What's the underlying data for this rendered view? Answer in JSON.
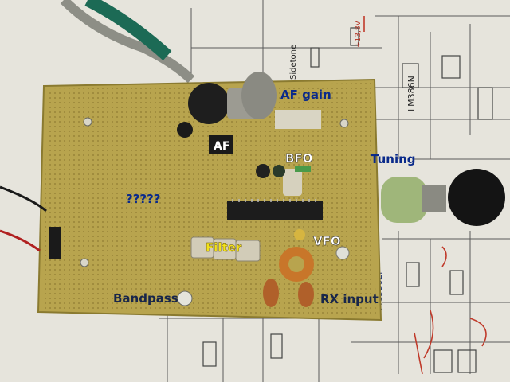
{
  "labels": {
    "af_gain": "AF gain",
    "af": "AF",
    "bfo": "BFO",
    "tuning": "Tuning",
    "unknown": "?????",
    "filter": "Filter",
    "vfo": "VFO",
    "bandpass": "Bandpass",
    "rx_input": "RX input"
  },
  "schematic_text": {
    "sidetone": "Sidetone",
    "lm386": "LM386N",
    "mc3362p": "MC3362P",
    "v13": "+13,8V"
  },
  "colors": {
    "board": "#b9a450",
    "paper": "#e8e6dd",
    "label_blue": "#0a2a8a",
    "label_yellow": "#f2e21a"
  }
}
